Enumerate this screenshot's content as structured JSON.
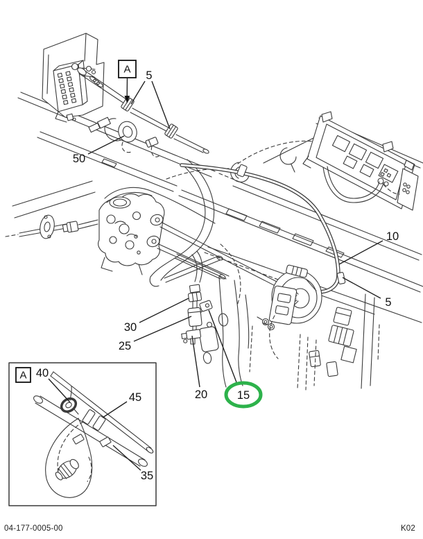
{
  "footer": {
    "doc_number": "04-177-0005-00",
    "page_code": "K02"
  },
  "callouts": {
    "a_top": "A",
    "five_top": "5",
    "fifty": "50",
    "ten": "10",
    "five_right": "5",
    "thirty": "30",
    "twenty_five": "25",
    "twenty": "20",
    "fifteen": "15",
    "a_inset": "A",
    "forty": "40",
    "forty_five": "45",
    "thirty_five": "35"
  },
  "highlight": {
    "circled_callout": "15",
    "color": "#2db24b"
  },
  "colors": {
    "line_ink": "#3a3a3a"
  }
}
